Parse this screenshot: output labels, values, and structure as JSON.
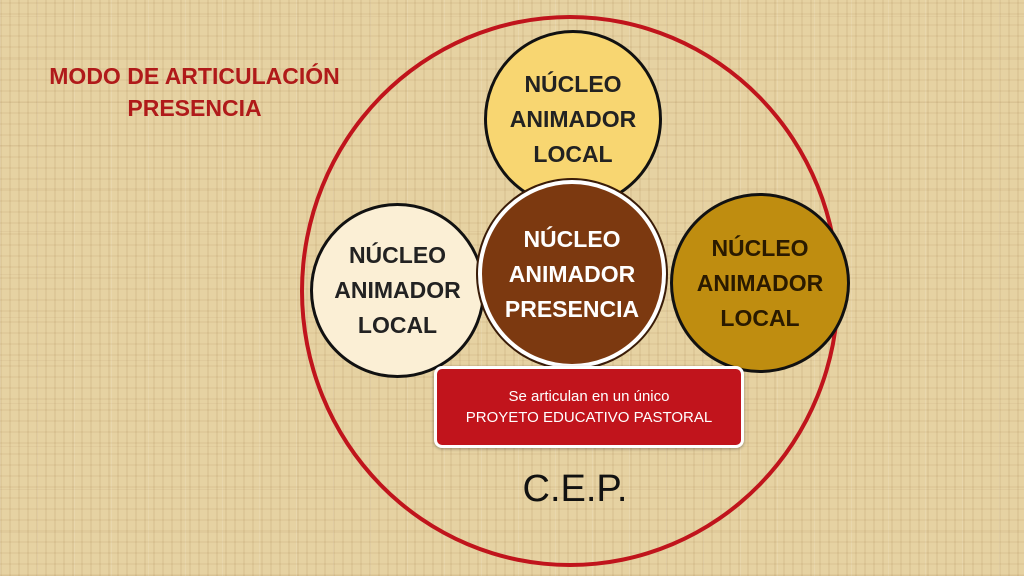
{
  "title": {
    "line1": "MODO DE ARTICULACIÓN",
    "line2": "PRESENCIA"
  },
  "nodes": {
    "top": {
      "line1": "NÚCLEO",
      "line2": "ANIMADOR",
      "line3": "LOCAL"
    },
    "left": {
      "line1": "NÚCLEO",
      "line2": "ANIMADOR",
      "line3": "LOCAL"
    },
    "right": {
      "line1": "NÚCLEO",
      "line2": "ANIMADOR",
      "line3": "LOCAL"
    },
    "center": {
      "line1": "NÚCLEO",
      "line2": "ANIMADOR",
      "line3": "PRESENCIA"
    }
  },
  "banner": {
    "line1": "Se articulan en un único",
    "line2": "PROYETO EDUCATIVO PASTORAL"
  },
  "outer_label": "C.E.P.",
  "colors": {
    "title": "#b01a1a",
    "outer_ring": "#c0141c",
    "node_top": "#f8d671",
    "node_left": "#fbefd5",
    "node_right": "#bf8d10",
    "node_center": "#7c3910",
    "banner": "#c1141c"
  }
}
